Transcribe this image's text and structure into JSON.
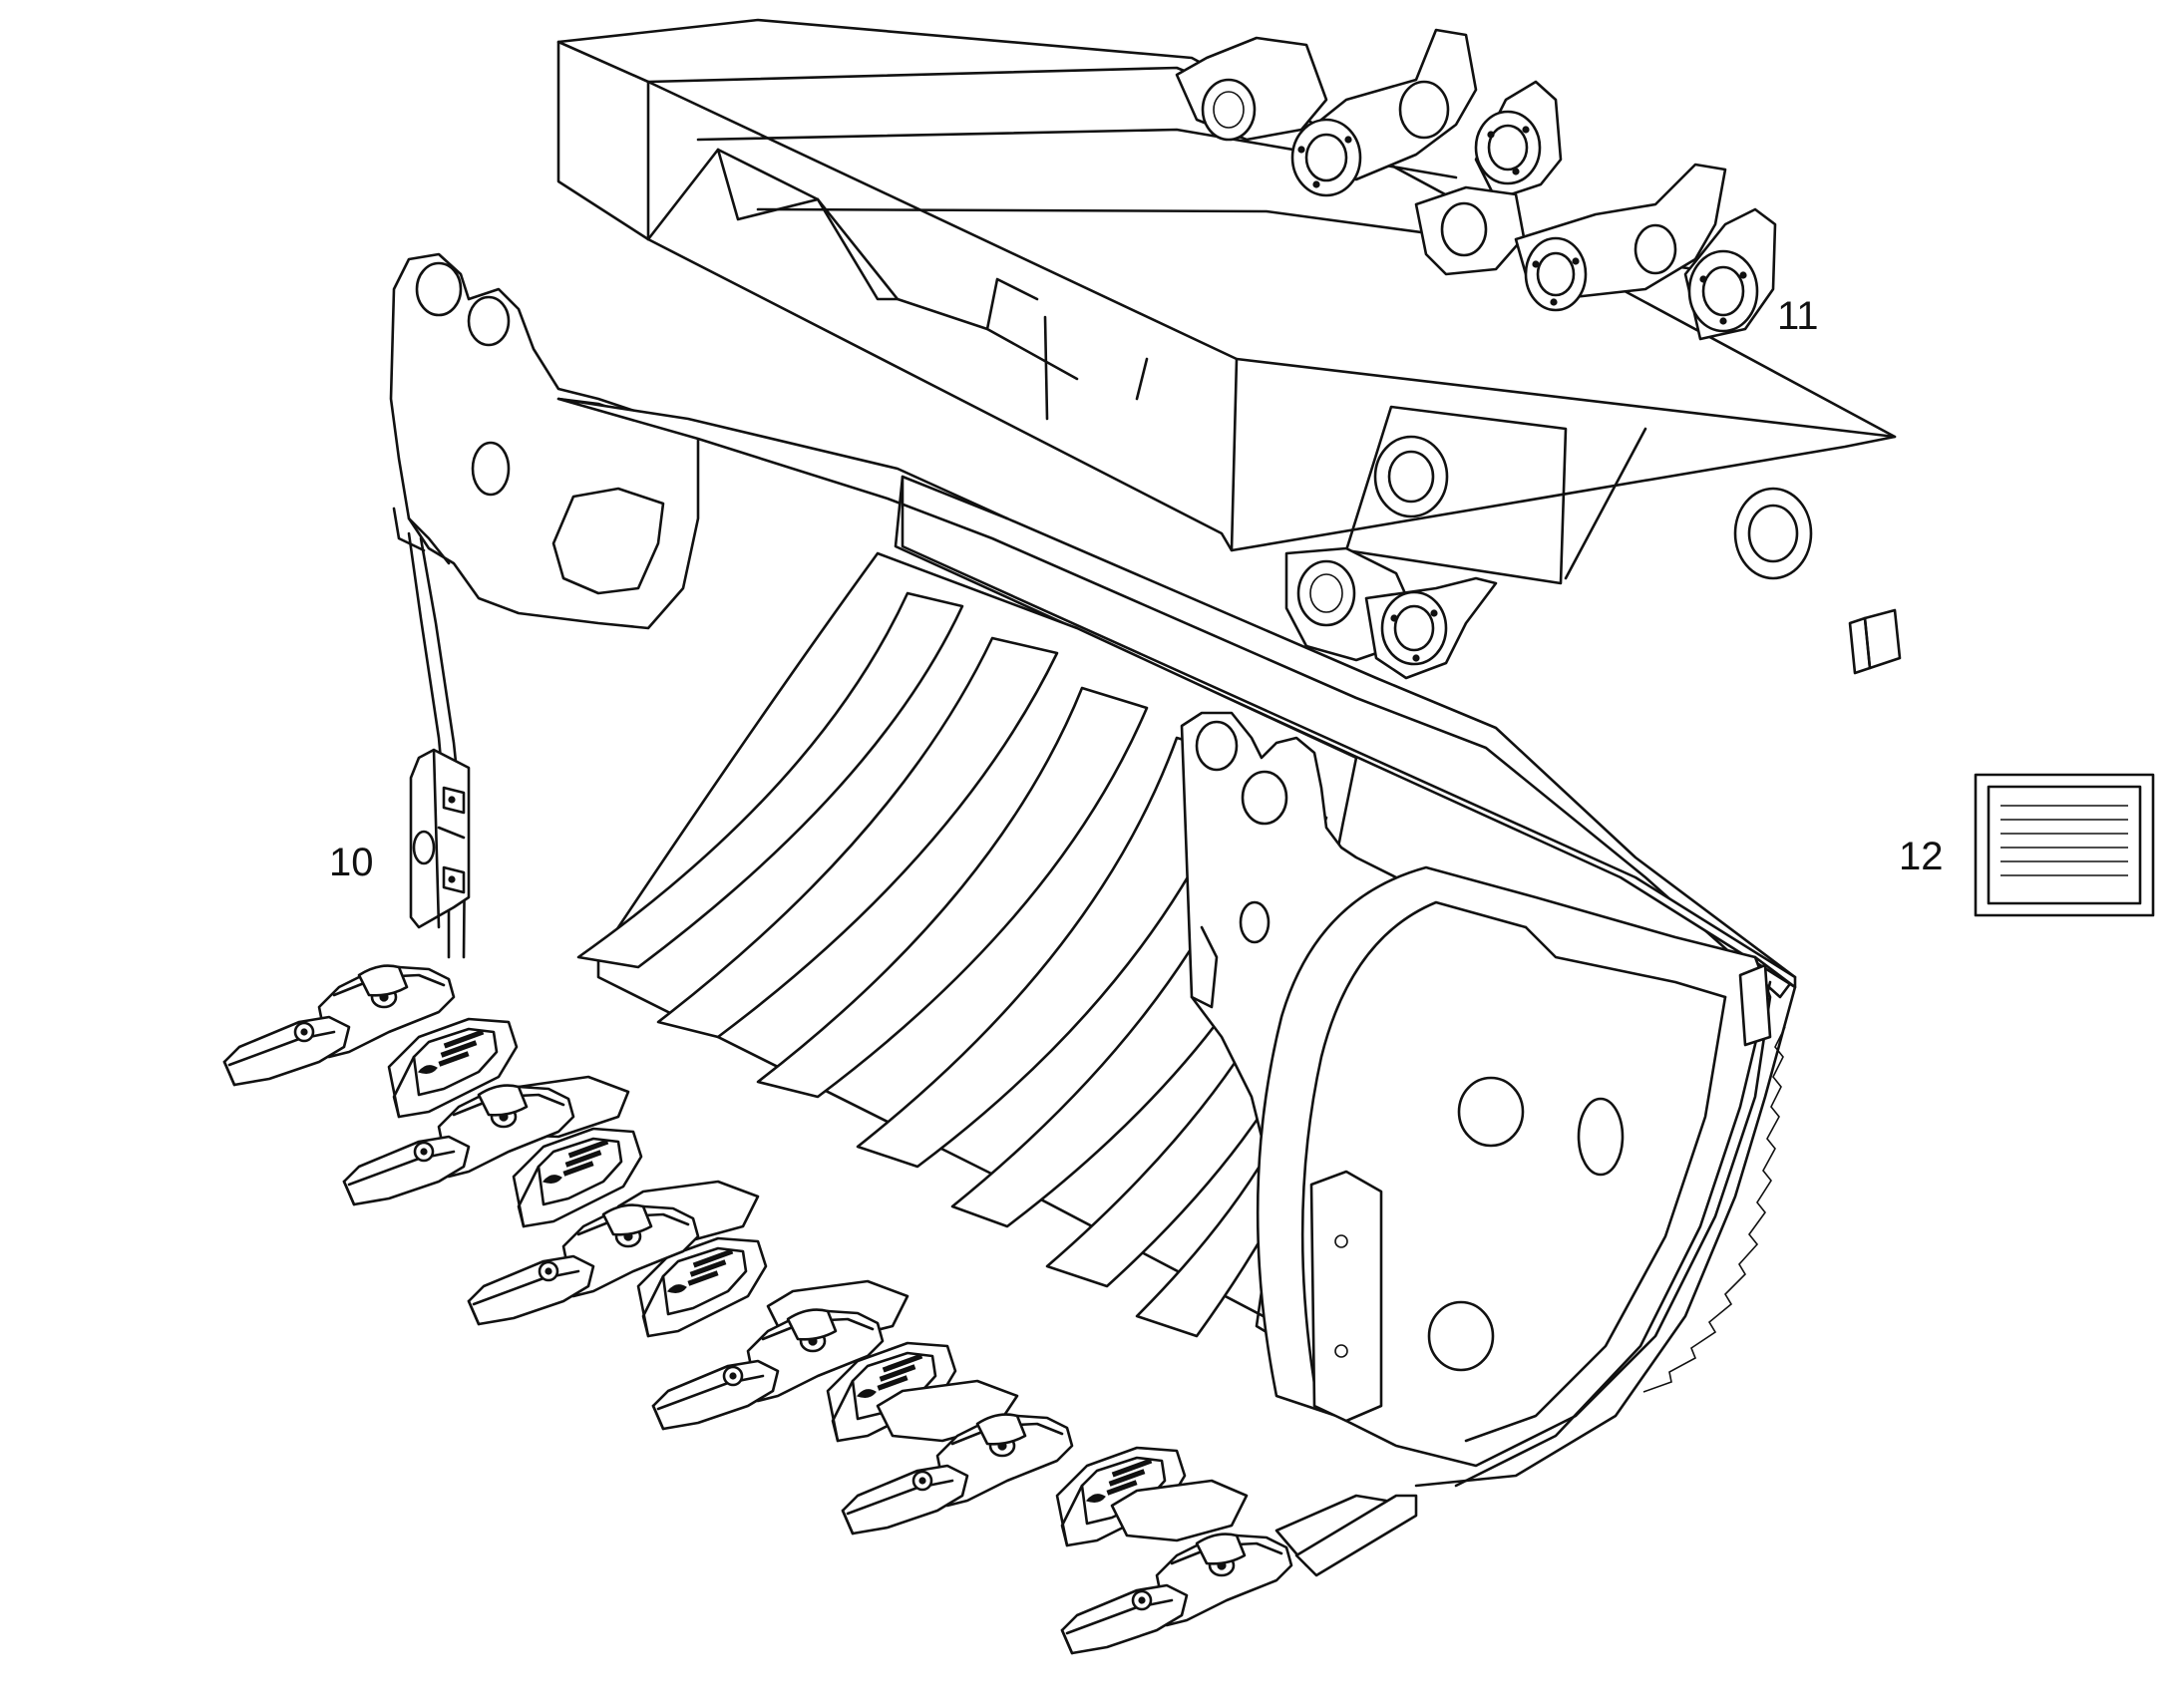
{
  "callouts": [
    {
      "id": "10",
      "label": "10"
    },
    {
      "id": "11",
      "label": "11"
    },
    {
      "id": "12",
      "label": "12"
    }
  ],
  "colors": {
    "line": "#111111",
    "background": "#ffffff"
  },
  "icons": {
    "document": "document-icon"
  }
}
